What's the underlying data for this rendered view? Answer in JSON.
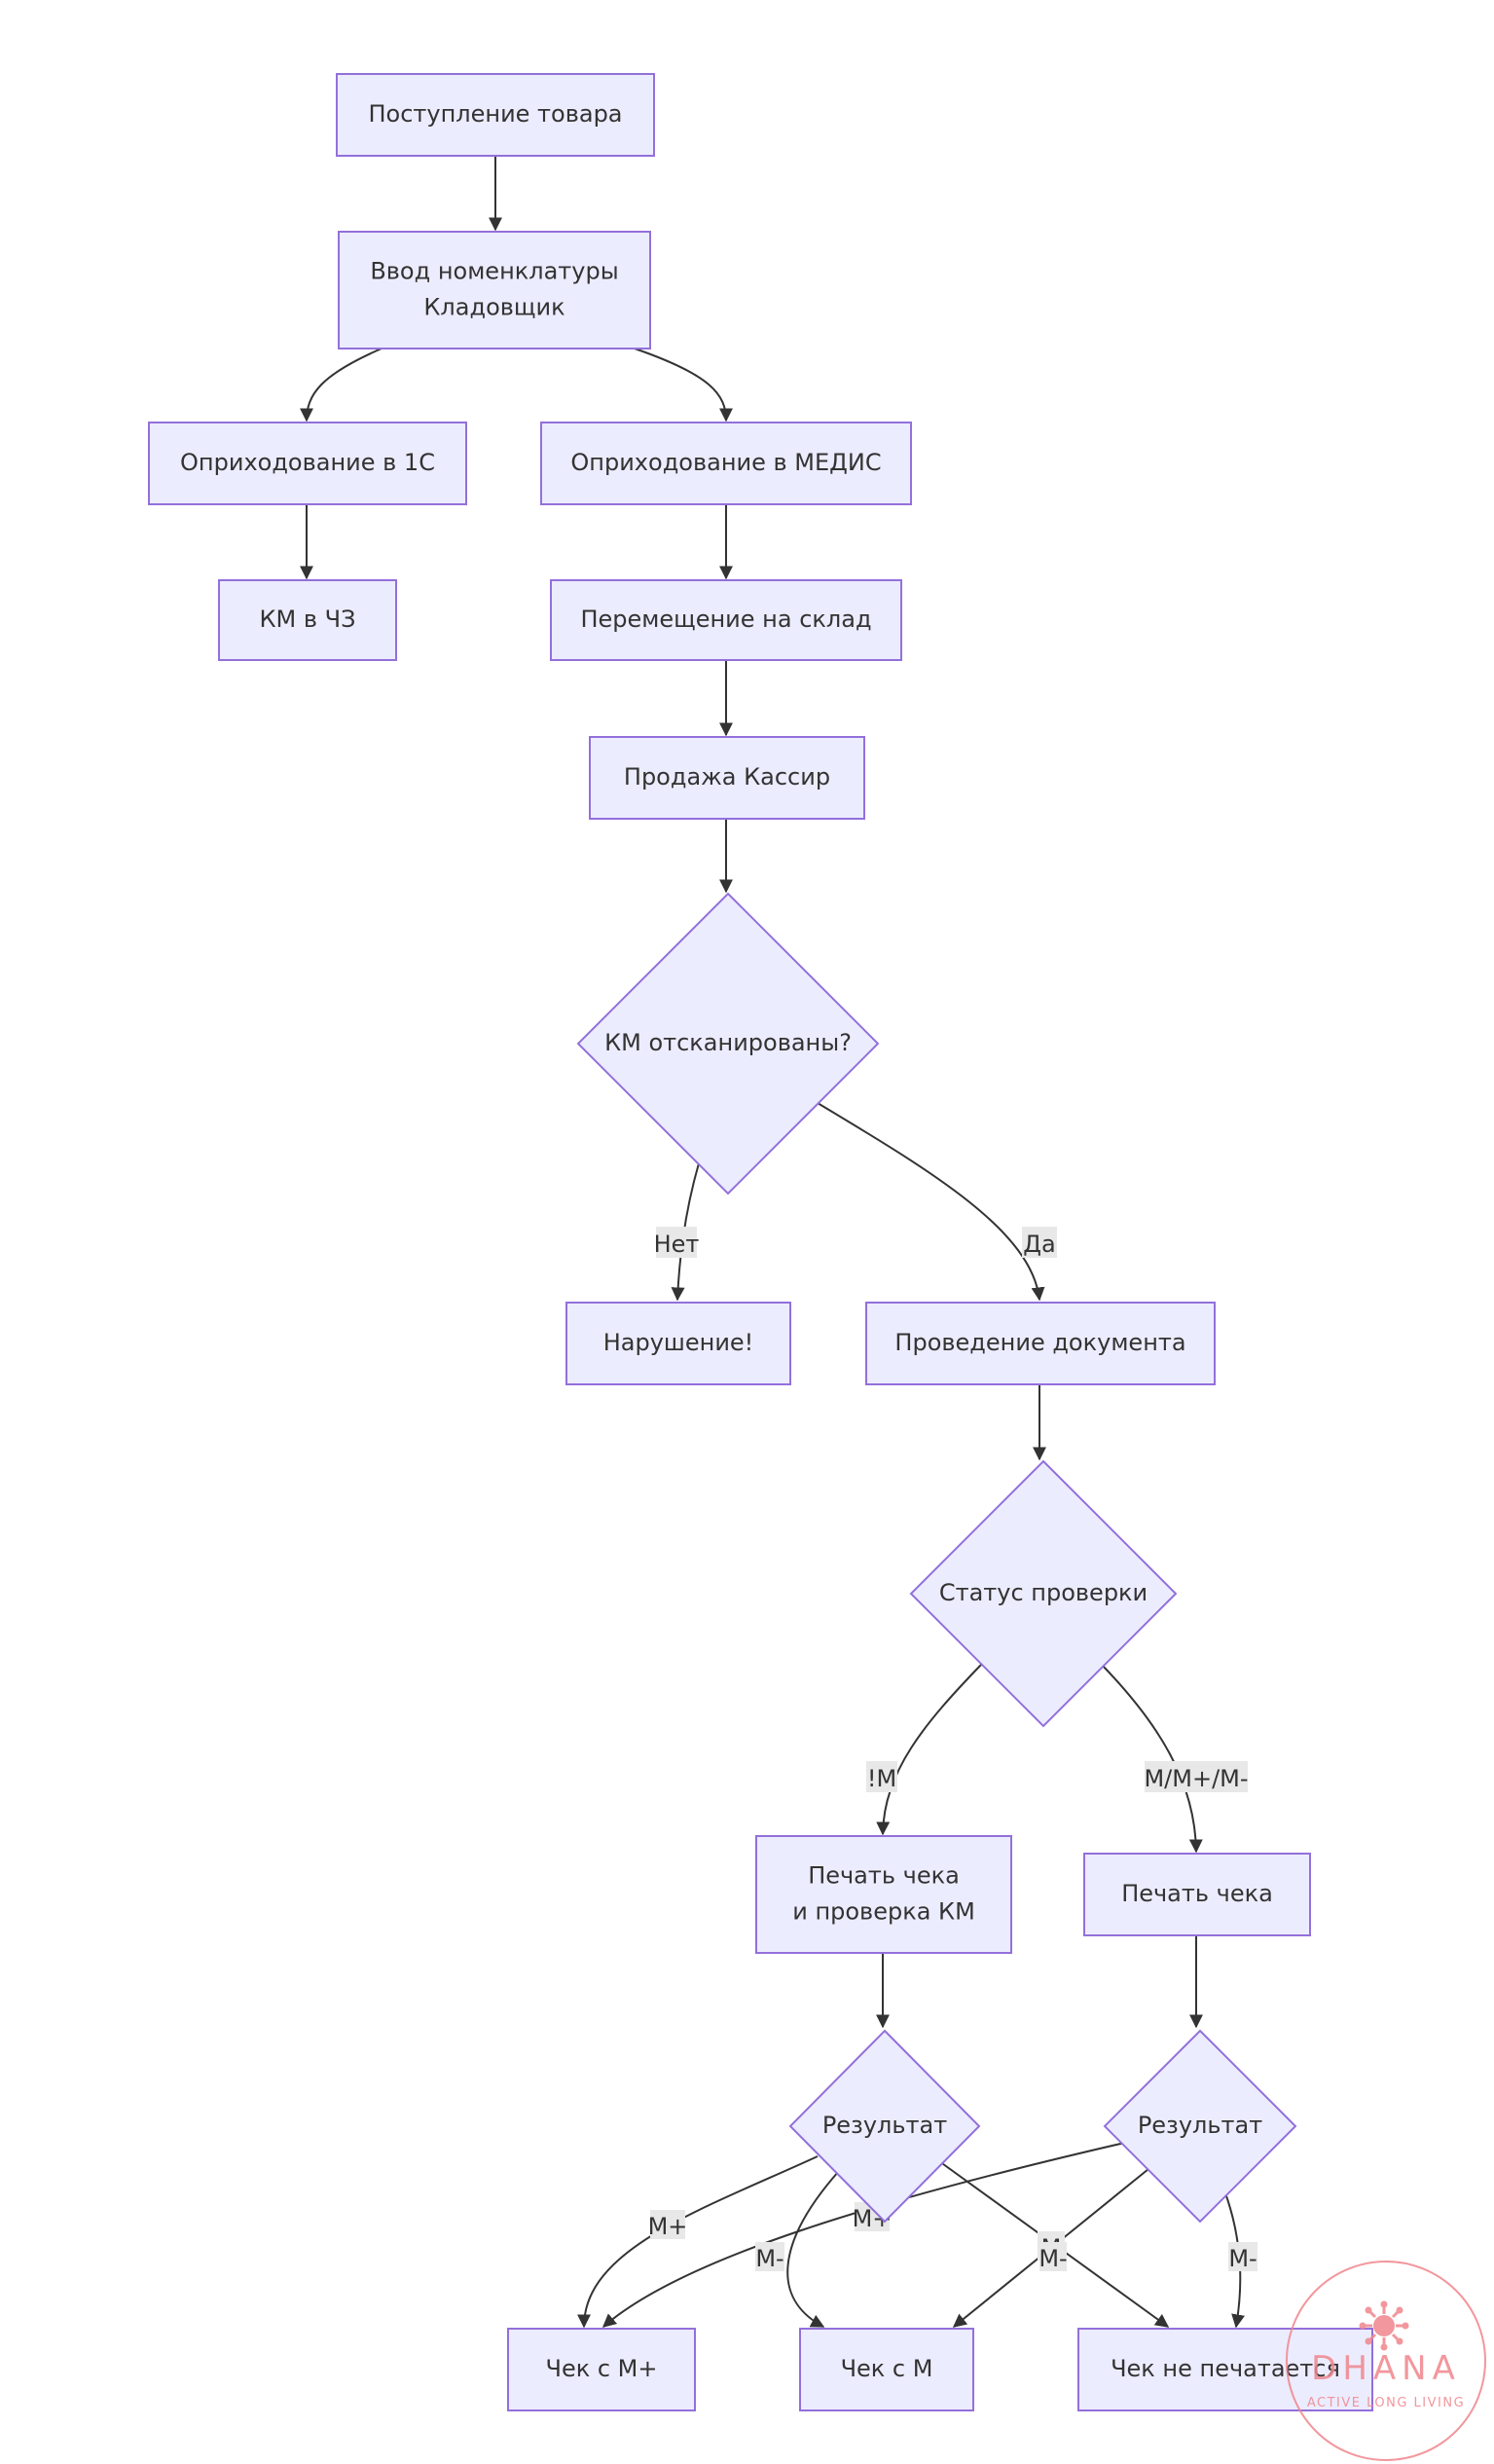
{
  "diagram": {
    "nodes": {
      "receipt": {
        "lines": [
          "Поступление товара"
        ]
      },
      "input": {
        "lines": [
          "Ввод номенклатуры",
          "Кладовщик"
        ]
      },
      "post_1c": {
        "lines": [
          "Оприходование в 1С"
        ]
      },
      "post_medis": {
        "lines": [
          "Оприходование в МЕДИС"
        ]
      },
      "km_cz": {
        "lines": [
          "КМ в ЧЗ"
        ]
      },
      "transfer": {
        "lines": [
          "Перемещение на склад"
        ]
      },
      "sale": {
        "lines": [
          "Продажа Кассир"
        ]
      },
      "scanned": {
        "lines": [
          "КМ отсканированы?"
        ]
      },
      "violation": {
        "lines": [
          "Нарушение!"
        ]
      },
      "posting": {
        "lines": [
          "Проведение документа"
        ]
      },
      "check_status": {
        "lines": [
          "Статус проверки"
        ]
      },
      "print_check_km": {
        "lines": [
          "Печать чека",
          "и проверка КМ"
        ]
      },
      "print_check": {
        "lines": [
          "Печать чека"
        ]
      },
      "result_left": {
        "lines": [
          "Результат"
        ]
      },
      "result_right": {
        "lines": [
          "Результат"
        ]
      },
      "check_mplus": {
        "lines": [
          "Чек с М+"
        ]
      },
      "check_m": {
        "lines": [
          "Чек с М"
        ]
      },
      "no_print": {
        "lines": [
          "Чек не печатается"
        ]
      }
    },
    "edge_labels": {
      "no": "Нет",
      "yes": "Да",
      "not_m": "!M",
      "m_group": "M/M+/M-",
      "left_mplus": "M+",
      "left_m": "M+",
      "left_mminus": "M-",
      "right_mplus": "M-",
      "right_m": "M",
      "right_mminus": "M-"
    }
  },
  "watermark": {
    "brand": "DHANA",
    "tagline": "ACTIVE LONG LIVING",
    "color": "#F0868C"
  },
  "colors": {
    "node_fill": "#ECECFF",
    "node_stroke": "#9370DB",
    "edge": "#333333",
    "label_bg": "#E8E8E8"
  }
}
